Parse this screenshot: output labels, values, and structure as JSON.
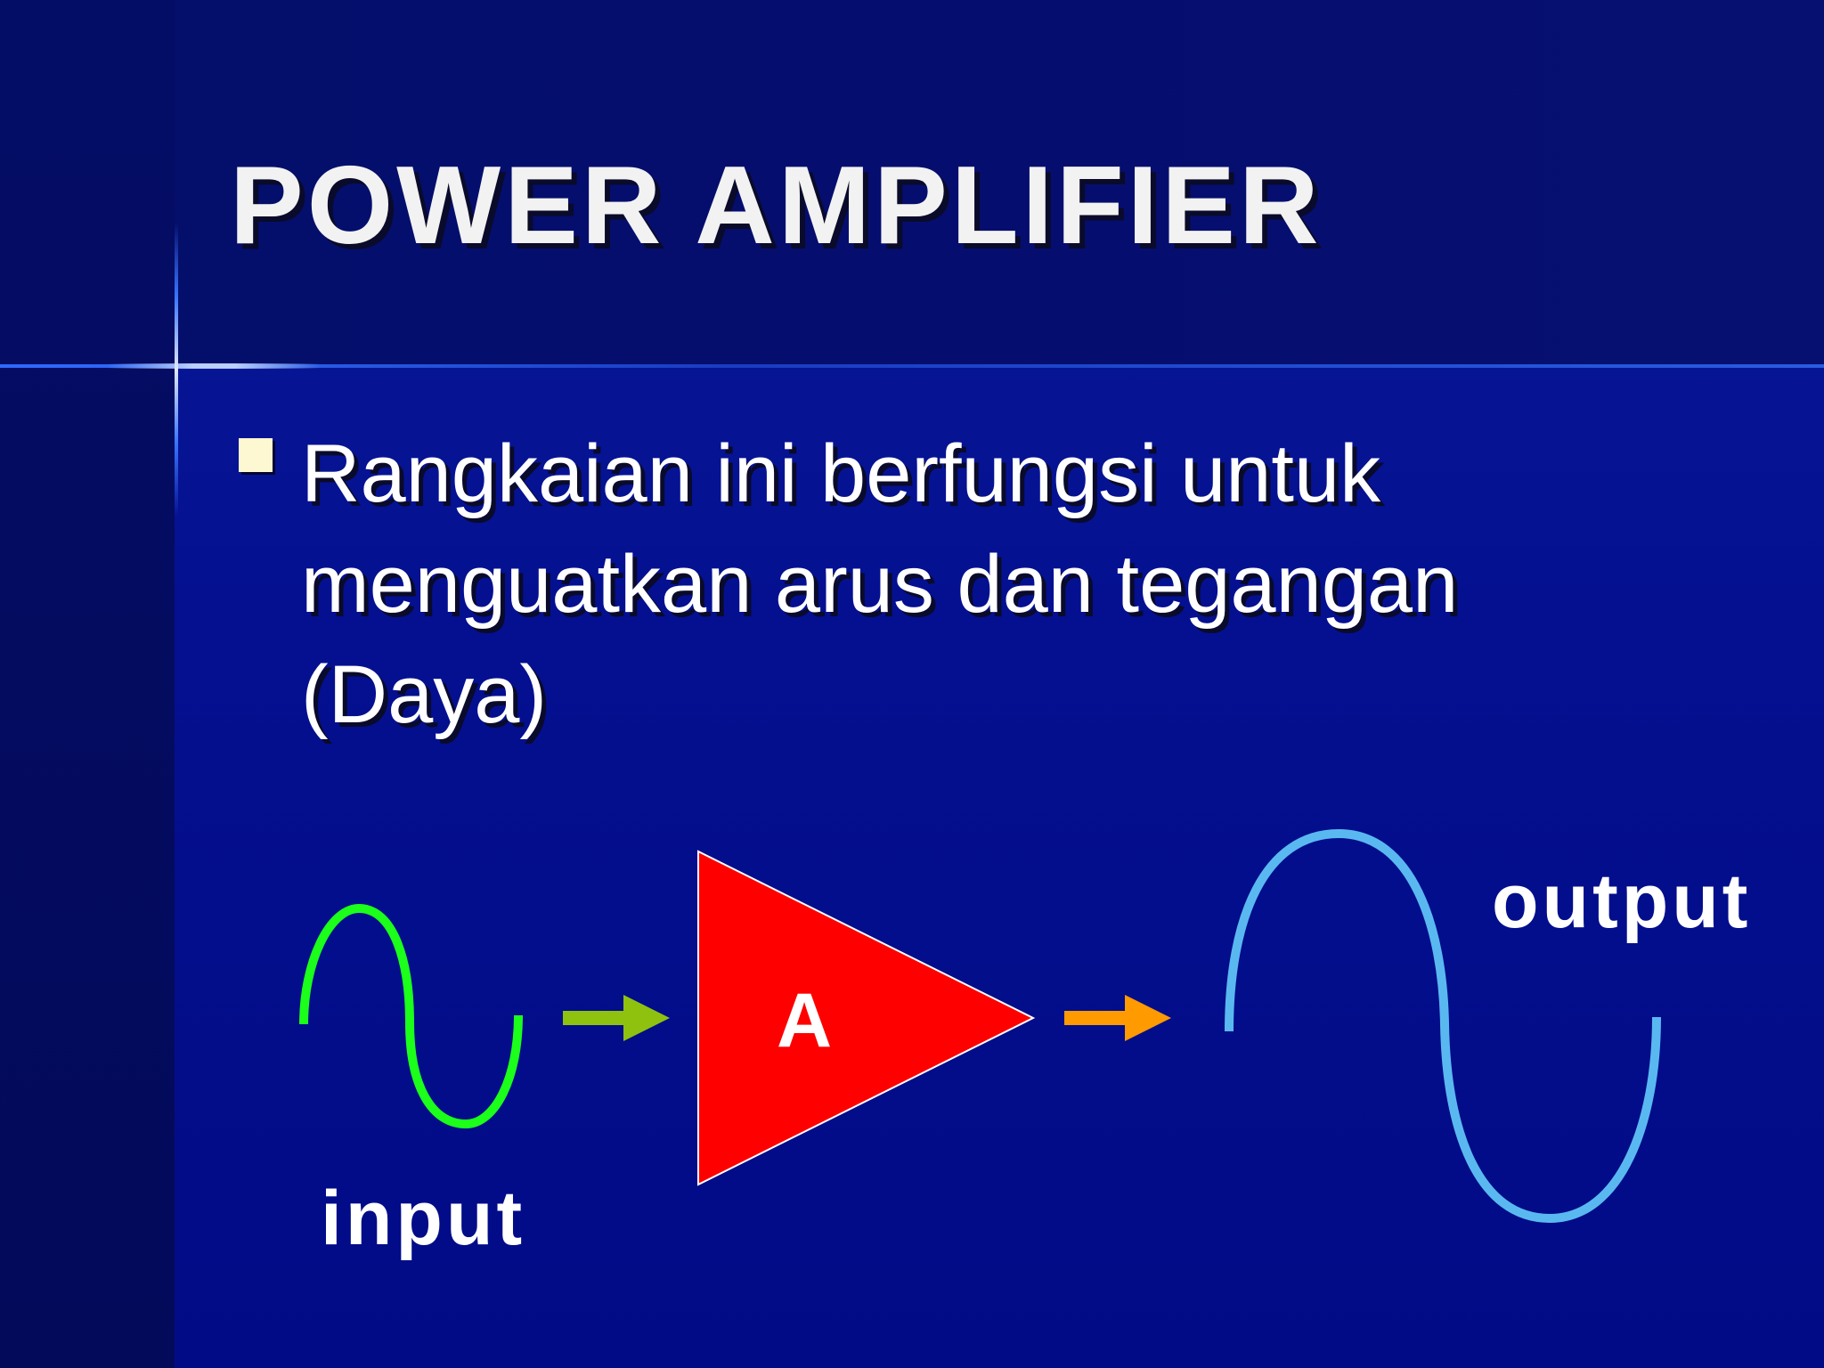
{
  "slide": {
    "title": "POWER AMPLIFIER",
    "bullet": {
      "lines": [
        "Rangkaian ini berfungsi untuk",
        "menguatkan arus dan tegangan",
        "(Daya)"
      ]
    }
  },
  "diagram": {
    "input_label": "input",
    "amplifier_label": "A",
    "output_label": "output",
    "colors": {
      "input_wave": "#1bff1b",
      "input_arrow": "#8ec20e",
      "amplifier": "#ff0000",
      "output_arrow": "#ff9a00",
      "output_wave": "#5ab8f0",
      "label": "#ffffff"
    }
  }
}
